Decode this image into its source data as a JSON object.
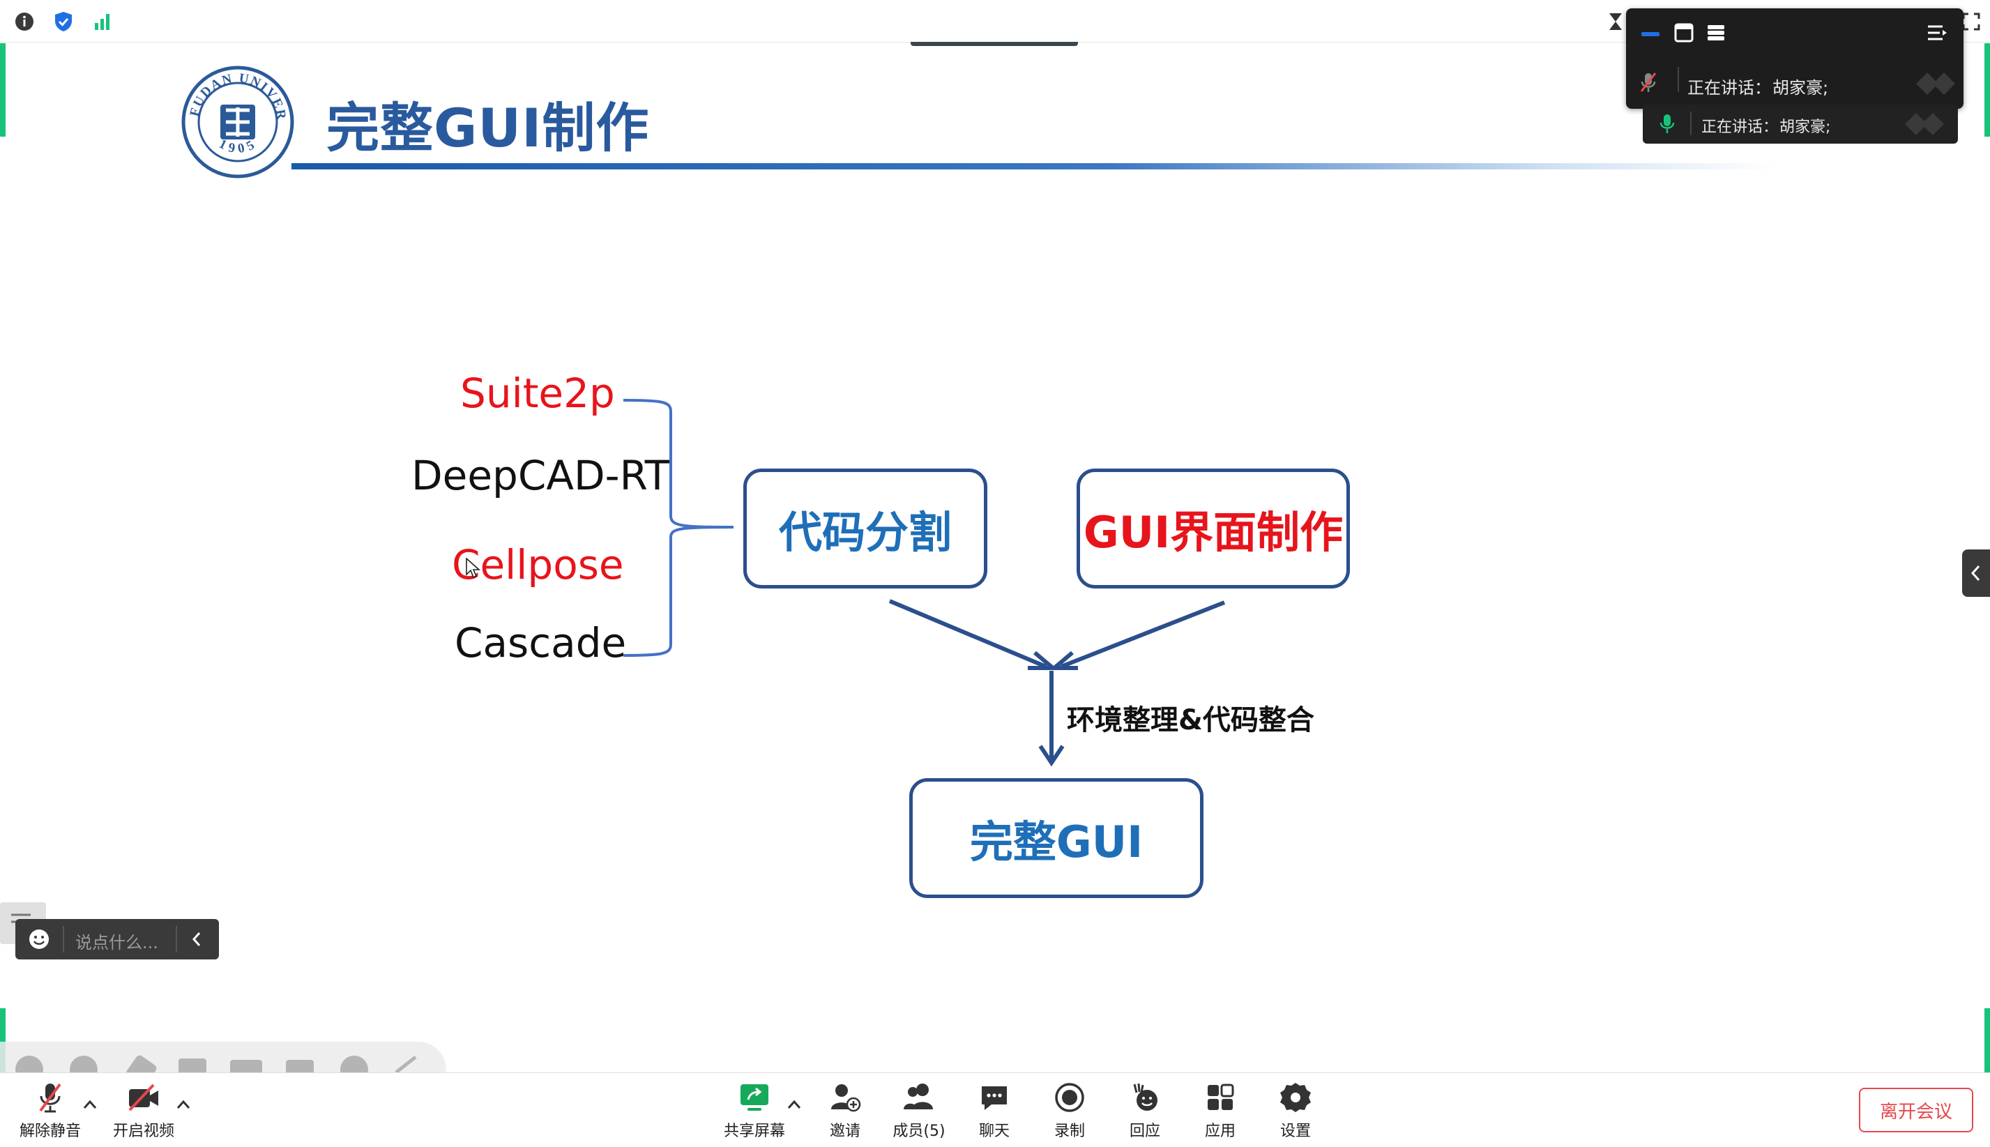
{
  "slide": {
    "title": "完整GUI制作",
    "models": [
      "Suite2p",
      "DeepCAD-RT",
      "Cellpose",
      "Cascade"
    ],
    "box_code": "代码分割",
    "box_gui": "GUI界面制作",
    "arrow_label": "环境整理&代码整合",
    "box_final": "完整GUI"
  },
  "speaker": {
    "label1": "正在讲话：",
    "name1": "胡家豪;",
    "label2": "正在讲话：",
    "name2": "胡家豪;"
  },
  "chat": {
    "placeholder": "说点什么..."
  },
  "toolbar": {
    "mute": "解除静音",
    "video": "开启视频",
    "share": "共享屏幕",
    "invite": "邀请",
    "members": "成员(5)",
    "chat": "聊天",
    "record": "录制",
    "react": "回应",
    "apps": "应用",
    "settings": "设置",
    "leave": "离开会议"
  },
  "colors": {
    "accent_red": "#e8141b",
    "accent_blue": "#1e6fb8",
    "box_border": "#2b4f8d",
    "title_blue": "#2a5a9e",
    "leave_red": "#e5484d",
    "green": "#17c37b"
  }
}
